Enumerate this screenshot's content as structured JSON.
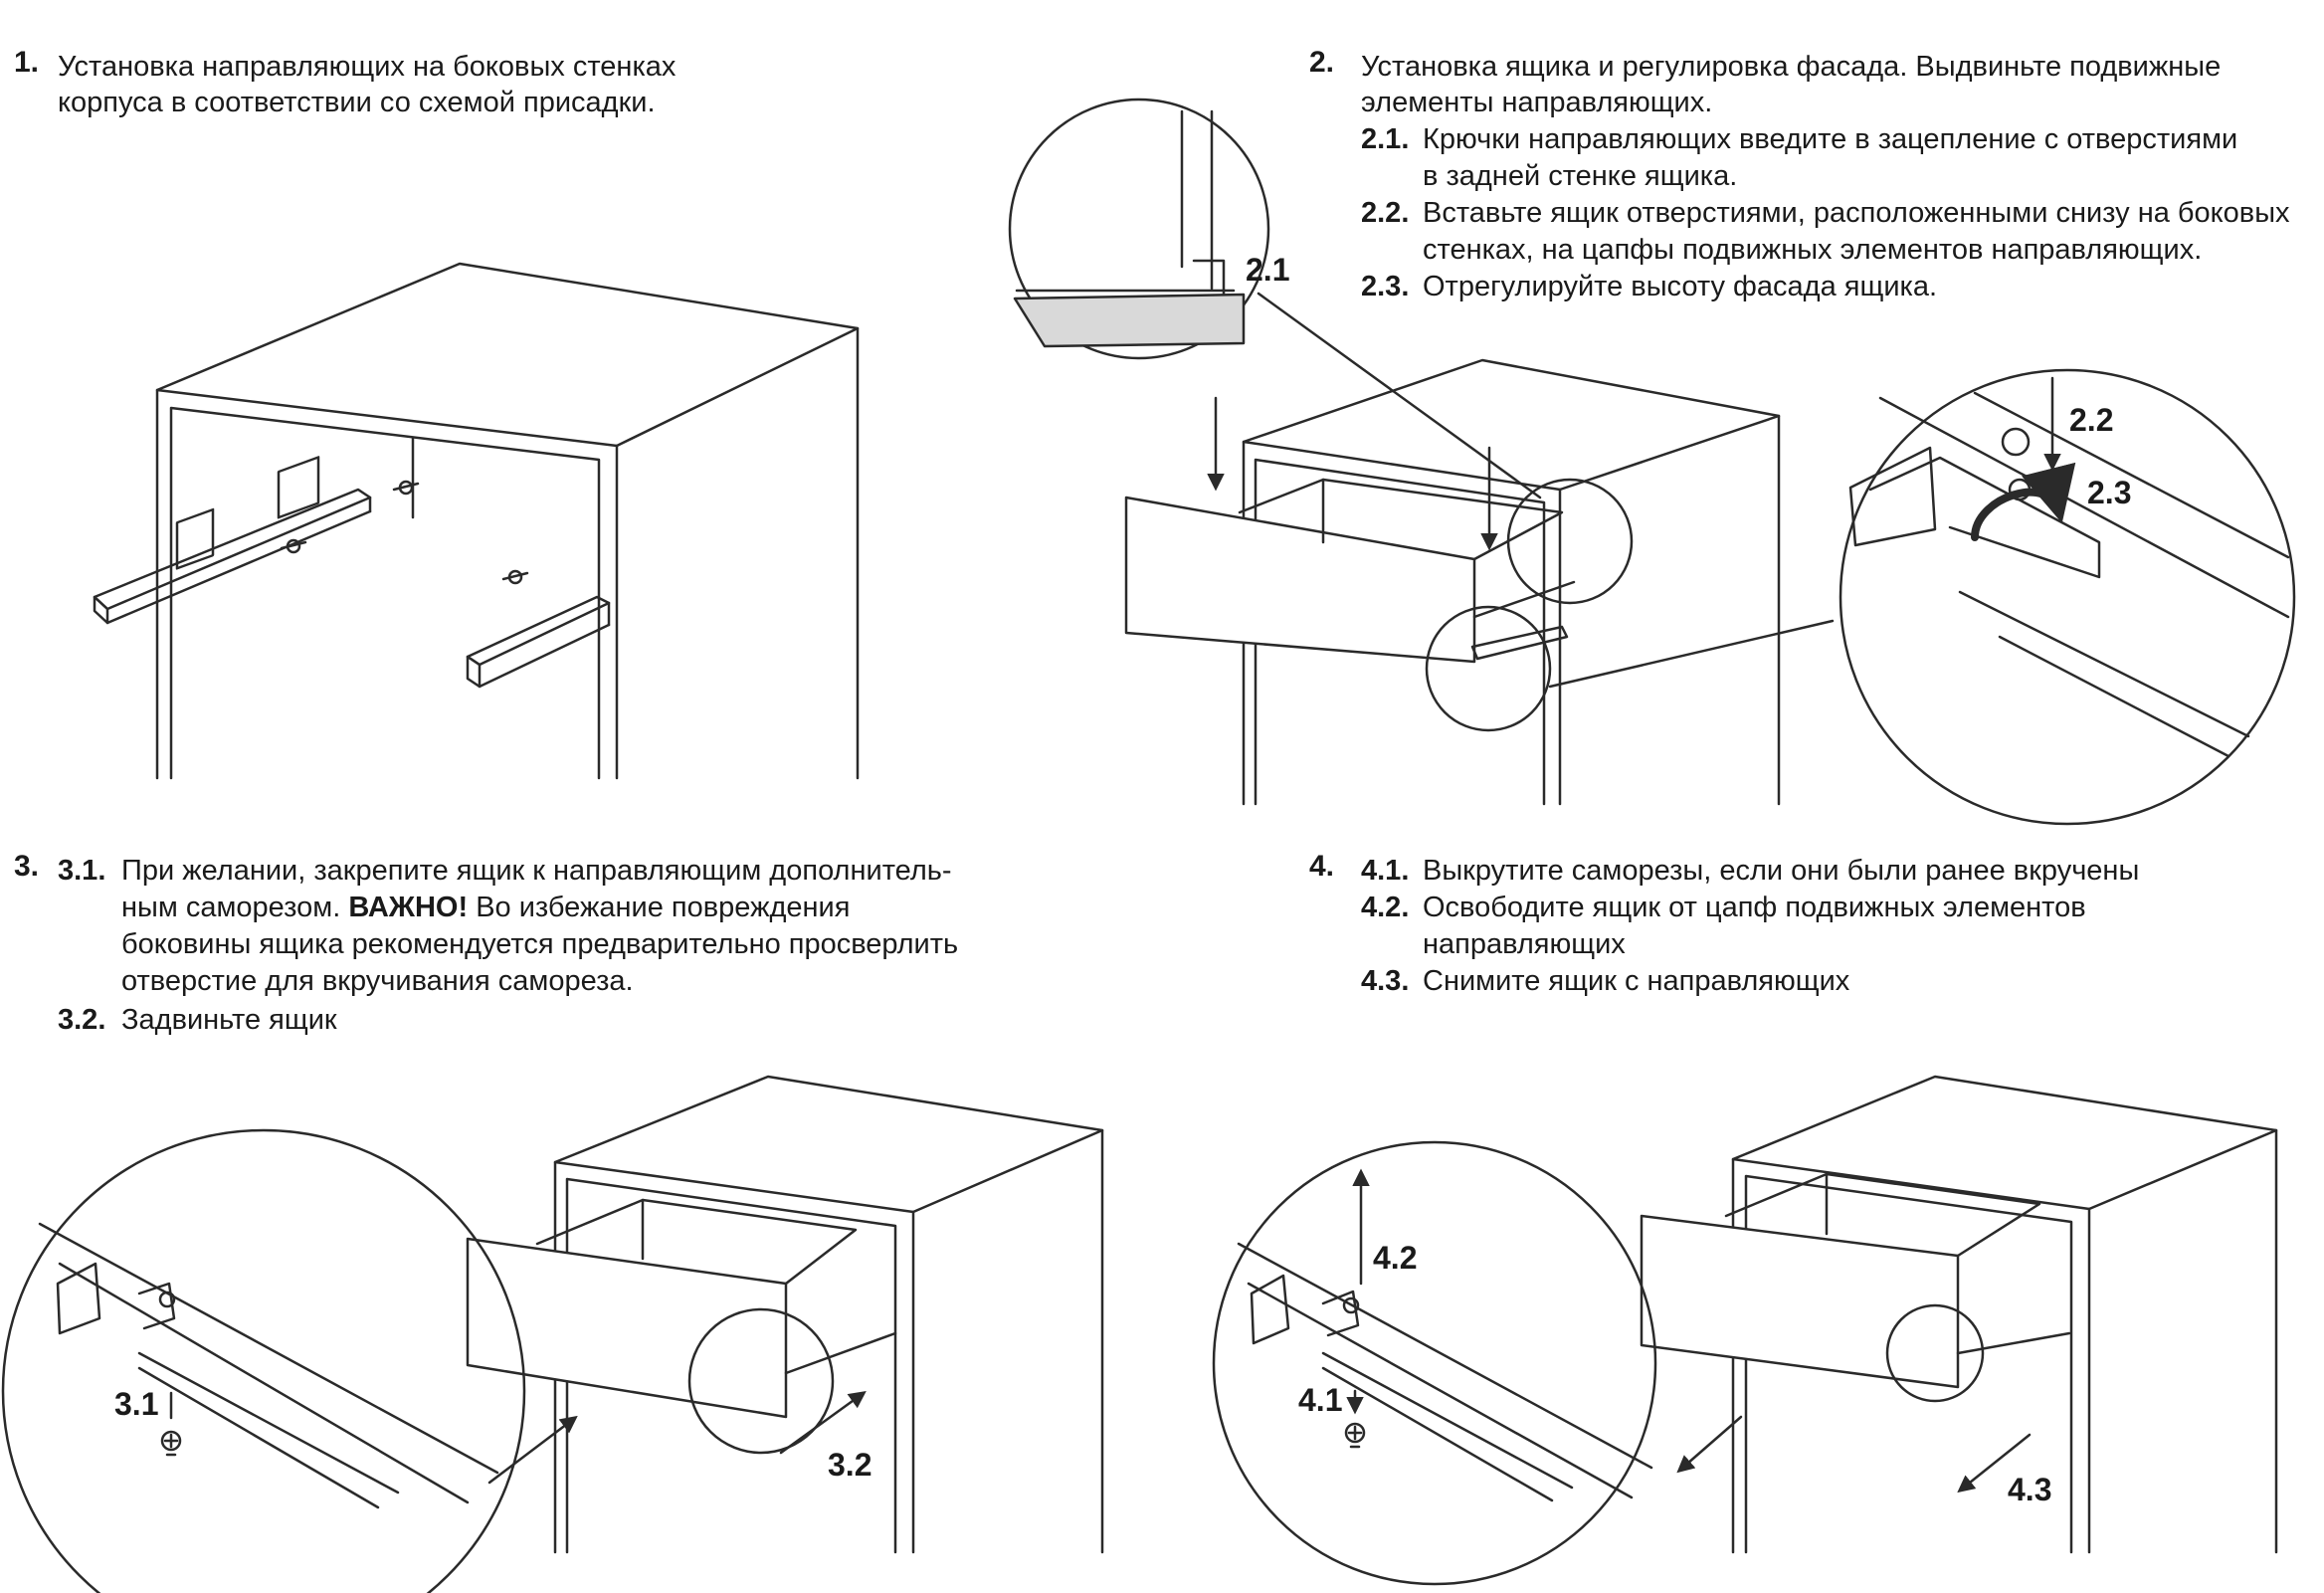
{
  "step1": {
    "number": "1.",
    "lines": [
      "Установка направляющих на боковых стенках",
      "корпуса в соответствии со схемой присадки."
    ]
  },
  "step2": {
    "number": "2.",
    "lines": [
      "Установка ящика и регулировка фасада. Выдвиньте подвижные",
      "элементы направляющих."
    ],
    "subs": [
      {
        "num": "2.1.",
        "lines": [
          "Крючки направляющих введите в зацепление с отверстиями",
          "в задней стенке ящика."
        ]
      },
      {
        "num": "2.2.",
        "lines": [
          "Вставьте ящик отверстиями, расположенными снизу на боковых",
          "стенках, на цапфы подвижных элементов направляющих."
        ]
      },
      {
        "num": "2.3.",
        "lines": [
          "Отрегулируйте высоту фасада ящика."
        ]
      }
    ],
    "labels": {
      "l21": "2.1",
      "l22": "2.2",
      "l23": "2.3"
    }
  },
  "step3": {
    "number": "3.",
    "sub1_num": "3.1.",
    "sub1_line1": "При желании, закрепите ящик к направляющим дополнитель-",
    "sub1_line2_a": "ным саморезом.",
    "sub1_line2_bold": "ВАЖНО!",
    "sub1_line2_b": "Во избежание повреждения",
    "sub1_line3": "боковины ящика рекомендуется предварительно просверлить",
    "sub1_line4": "отверстие для вкручивания самореза.",
    "sub2_num": "3.2.",
    "sub2_line": "Задвиньте ящик",
    "labels": {
      "l31": "3.1",
      "l32": "3.2"
    }
  },
  "step4": {
    "number": "4.",
    "subs": [
      {
        "num": "4.1.",
        "lines": [
          "Выкрутите саморезы, если они были ранее вкручены"
        ]
      },
      {
        "num": "4.2.",
        "lines": [
          "Освободите ящик от цапф подвижных элементов",
          "направляющих"
        ]
      },
      {
        "num": "4.3.",
        "lines": [
          "Снимите ящик с направляющих"
        ]
      }
    ],
    "labels": {
      "l41": "4.1",
      "l42": "4.2",
      "l43": "4.3"
    }
  },
  "colors": {
    "line": "#2a2a2a",
    "fill_gray": "#d9d9d9"
  }
}
